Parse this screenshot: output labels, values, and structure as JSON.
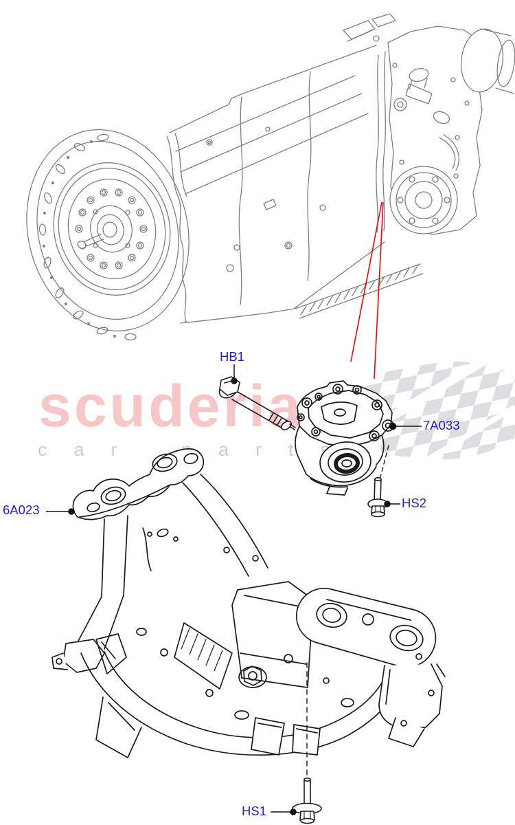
{
  "watermark": {
    "brand": "scuderia",
    "subtitle": "car parts",
    "brand_color": "#f6bdbd",
    "subtitle_color": "#cbcbcb"
  },
  "diagram": {
    "style": {
      "background_color": "#ffffff",
      "label_color": "#2121cf",
      "leader_color": "#111111",
      "callout_color": "#fe0000",
      "drawing_color": "#7e7e7e",
      "foreground_color": "#1b1b1b",
      "flag_color": "#dbdbdf"
    },
    "labels": {
      "hb1": "HB1",
      "a7033": "7A033",
      "hs2": "HS2",
      "a6023": "6A023",
      "hs1": "HS1"
    }
  }
}
